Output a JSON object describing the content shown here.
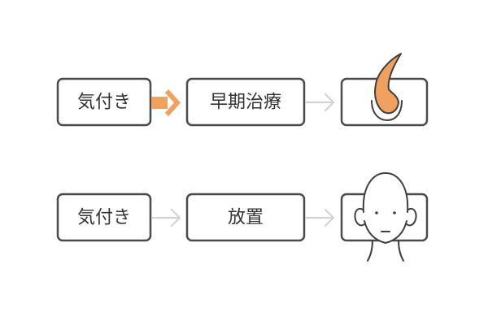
{
  "rows": [
    {
      "label_start": "気付き",
      "label_middle": "早期治療",
      "result_icon": "hair-follicle-icon",
      "emphasis_arrow": "thick-arrow-right-icon"
    },
    {
      "label_start": "気付き",
      "label_middle": "放置",
      "result_icon": "bald-head-icon",
      "emphasis_arrow": "thin-arrow-right-icon"
    }
  ],
  "colors": {
    "accent": "#f0a15e",
    "box_stroke": "#4a4a4a",
    "text": "#333333",
    "muted_arrow": "#d4d4d4"
  }
}
